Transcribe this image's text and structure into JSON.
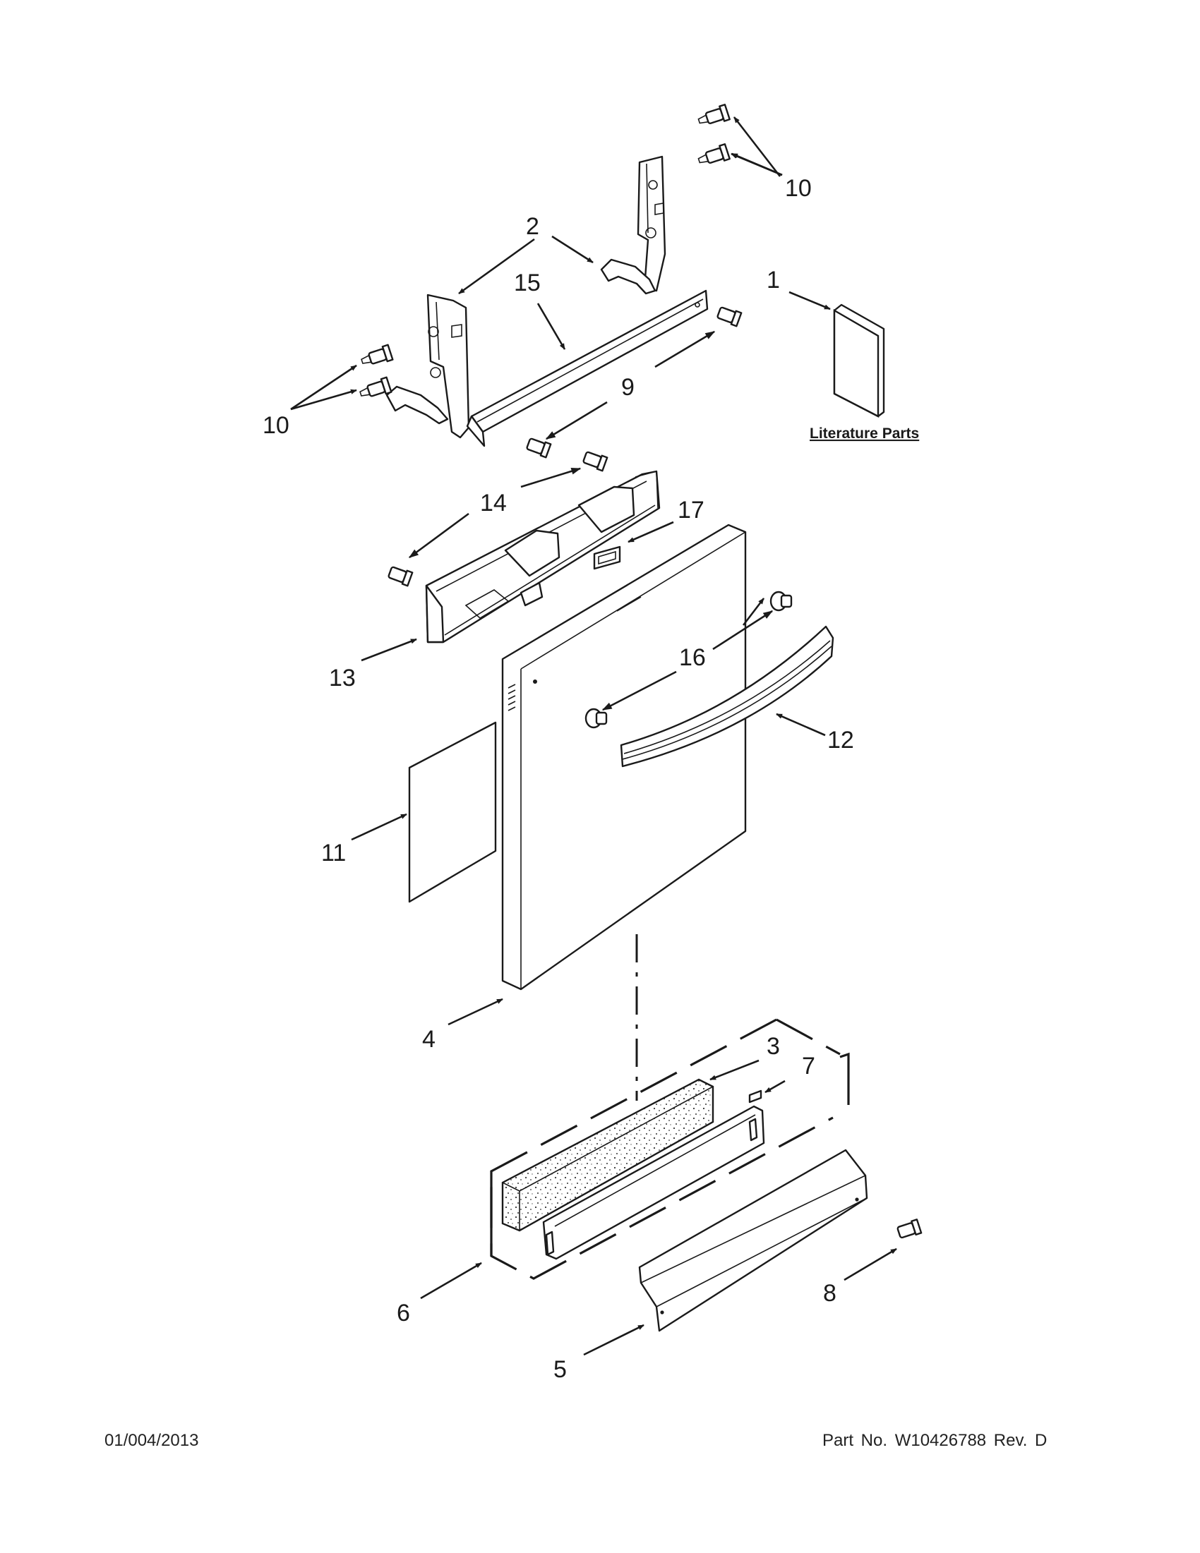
{
  "diagram": {
    "callouts": {
      "c1": "1",
      "c2": "2",
      "c3": "3",
      "c4": "4",
      "c5": "5",
      "c6": "6",
      "c7": "7",
      "c8": "8",
      "c9": "9",
      "c10a": "10",
      "c10b": "10",
      "c11": "11",
      "c12": "12",
      "c13": "13",
      "c14": "14",
      "c15": "15",
      "c16": "16",
      "c17": "17"
    },
    "literature_label": "Literature Parts"
  },
  "footer": {
    "date": "01/004/2013",
    "part_number": "Part No.  W10426788  Rev.  D"
  },
  "colors": {
    "ink": "#1a1a1a",
    "paper": "#ffffff",
    "foam": "#bfbfbf"
  }
}
